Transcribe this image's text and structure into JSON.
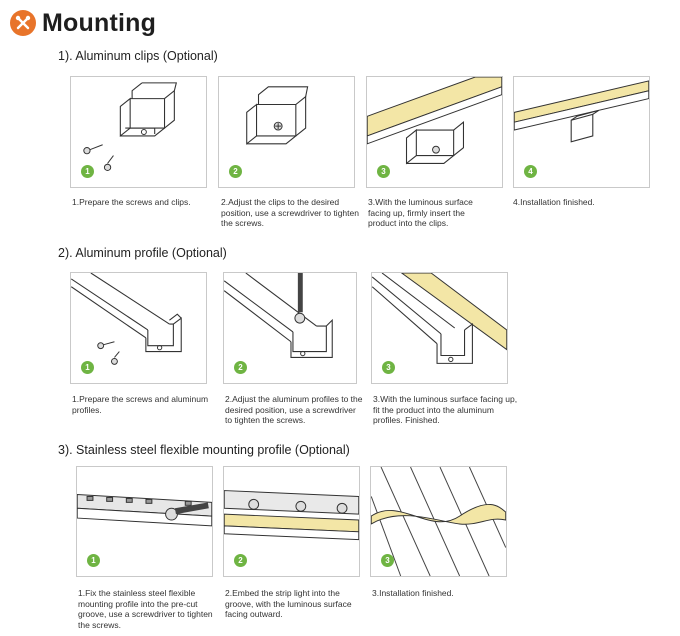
{
  "header": {
    "title": "Mounting",
    "icon": "tools-icon",
    "accent_color": "#e8742a"
  },
  "badge_color": "#6fb443",
  "led_color": "#f3e6a6",
  "sections": [
    {
      "title": "1). Aluminum clips (Optional)",
      "steps": [
        {
          "number": "1",
          "caption": "1.Prepare the screws and clips."
        },
        {
          "number": "2",
          "caption": "2.Adjust the clips to the desired position, use a screwdriver to tighten the screws."
        },
        {
          "number": "3",
          "caption": "3.With the luminous surface facing up, firmly insert the product into the clips."
        },
        {
          "number": "4",
          "caption": "4.Installation finished."
        }
      ]
    },
    {
      "title": "2). Aluminum profile (Optional)",
      "steps": [
        {
          "number": "1",
          "caption": "1.Prepare the screws and aluminum profiles."
        },
        {
          "number": "2",
          "caption": "2.Adjust the aluminum profiles to the desired position, use a screwdriver to tighten the screws."
        },
        {
          "number": "3",
          "caption": "3.With the luminous surface facing up, fit the product into the aluminum profiles. Finished."
        }
      ]
    },
    {
      "title": "3). Stainless steel flexible mounting profile (Optional)",
      "steps": [
        {
          "number": "1",
          "caption": "1.Fix the stainless steel flexible mounting profile into the pre-cut groove, use a screwdriver to tighten the screws."
        },
        {
          "number": "2",
          "caption": "2.Embed the strip light into the groove, with the luminous surface facing outward."
        },
        {
          "number": "3",
          "caption": "3.Installation finished."
        }
      ]
    }
  ]
}
